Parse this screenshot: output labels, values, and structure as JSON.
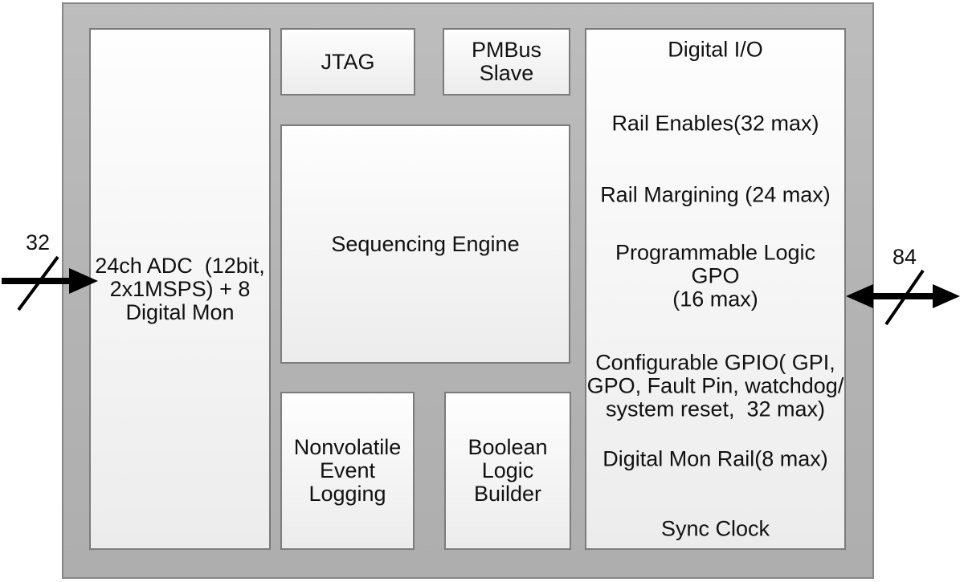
{
  "diagram": {
    "buses": {
      "left": {
        "width_label": "32"
      },
      "right": {
        "width_label": "84"
      }
    },
    "blocks": {
      "adc": {
        "label": "24ch ADC  (12bit,\n2x1MSPS) + 8\nDigital Mon"
      },
      "jtag": {
        "label": "JTAG"
      },
      "pmbus": {
        "label": "PMBus\nSlave"
      },
      "sequencing": {
        "label": "Sequencing Engine"
      },
      "nv_logging": {
        "label": "Nonvolatile\nEvent\nLogging"
      },
      "boolean_builder": {
        "label": "Boolean\nLogic\nBuilder"
      },
      "digital_io": {
        "title": "Digital I/O",
        "items": [
          "Rail Enables(32 max)",
          "Rail Margining (24 max)",
          "Programmable Logic  GPO\n(16 max)",
          "Configurable GPIO( GPI,\nGPO, Fault Pin, watchdog/\nsystem reset,  32 max)",
          "Digital Mon Rail(8 max)",
          "Sync Clock"
        ]
      }
    },
    "colors": {
      "chip_fill": "#b5b5b5",
      "block_fill_top": "#fefefe",
      "block_fill_bottom": "#ececec",
      "border": "#7c7c7c",
      "arrow": "#000000"
    }
  }
}
